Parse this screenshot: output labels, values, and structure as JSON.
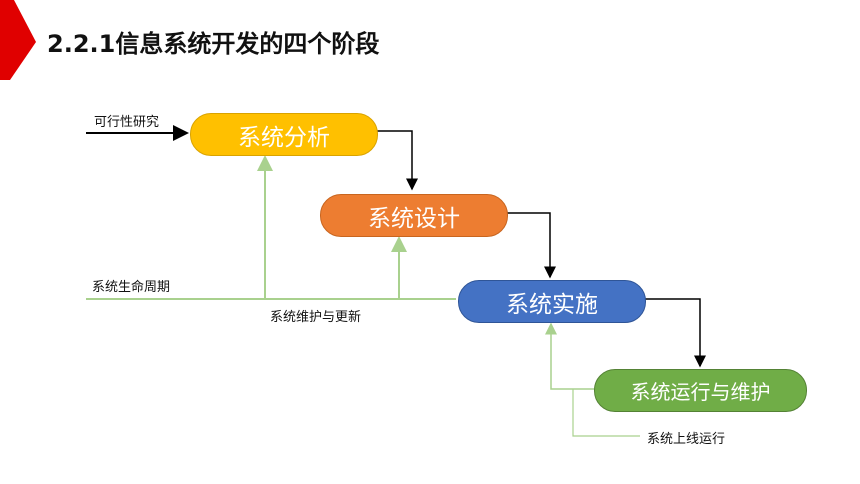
{
  "title": "2.2.1信息系统开发的四个阶段",
  "colors": {
    "accent_red": "#e00000",
    "stage_analysis": "#ffc000",
    "stage_design": "#ed7d31",
    "stage_implementation": "#4472c4",
    "stage_operation": "#70ad47",
    "feedback_line": "#a9d18e"
  },
  "stages": {
    "analysis": "系统分析",
    "design": "系统设计",
    "implementation": "系统实施",
    "operation": "系统运行与维护"
  },
  "labels": {
    "feasibility": "可行性研究",
    "life_cycle": "系统生命周期",
    "maintenance_update": "系统维护与更新",
    "go_live": "系统上线运行"
  }
}
